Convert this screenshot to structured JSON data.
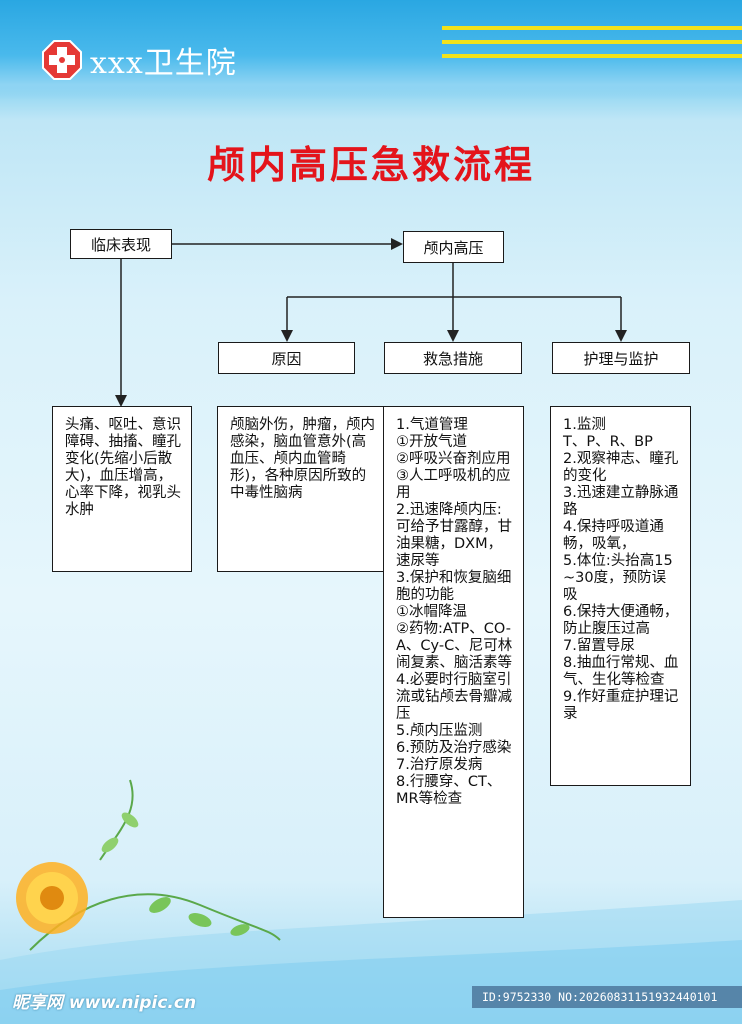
{
  "header": {
    "brand": "xxx卫生院"
  },
  "title": "颅内高压急救流程",
  "flow": {
    "clinical": {
      "label": "临床表现",
      "text": "头痛、呕吐、意识障碍、抽搐、瞳孔变化(先缩小后散大)，血压增高，心率下降，视乳头水肿"
    },
    "icp": {
      "label": "颅内高压"
    },
    "cause": {
      "label": "原因",
      "text": "颅脑外伤，肿瘤，颅内感染，脑血管意外(高血压、颅内血管畸形)，各种原因所致的中毒性脑病"
    },
    "rescue": {
      "label": "救急措施",
      "items": [
        "1.气道管理",
        "①开放气道",
        "②呼吸兴奋剂应用",
        "③人工呼吸机的应用",
        "2.迅速降颅内压:可给予甘露醇，甘油果糖，DXM，速尿等",
        "3.保护和恢复脑细胞的功能",
        "①冰帽降温",
        "②药物:ATP、CO-A、Cy-C、尼可林闹复素、脑活素等",
        "4.必要时行脑室引流或钻颅去骨瓣减压",
        "5.颅内压监测",
        "6.预防及治疗感染",
        "7.治疗原发病",
        "8.行腰穿、CT、MR等检查"
      ]
    },
    "care": {
      "label": "护理与监护",
      "items": [
        "1.监测",
        "T、P、R、BP",
        "2.观察神志、瞳孔的变化",
        "3.迅速建立静脉通路",
        "4.保持呼吸道通畅，吸氧，",
        "5.体位:头抬高15~30度，预防误吸",
        "6.保持大便通畅，防止腹压过高",
        "7.留置导尿",
        "8.抽血行常规、血气、生化等检查",
        "9.作好重症护理记录"
      ]
    }
  },
  "footer": {
    "site": "昵享网 www.nipic.cn",
    "id": "ID:9752330 NO:20260831151932440101"
  },
  "colors": {
    "title": "#e4141b",
    "stripe": "#f2e21a",
    "logo_red": "#e53935"
  }
}
